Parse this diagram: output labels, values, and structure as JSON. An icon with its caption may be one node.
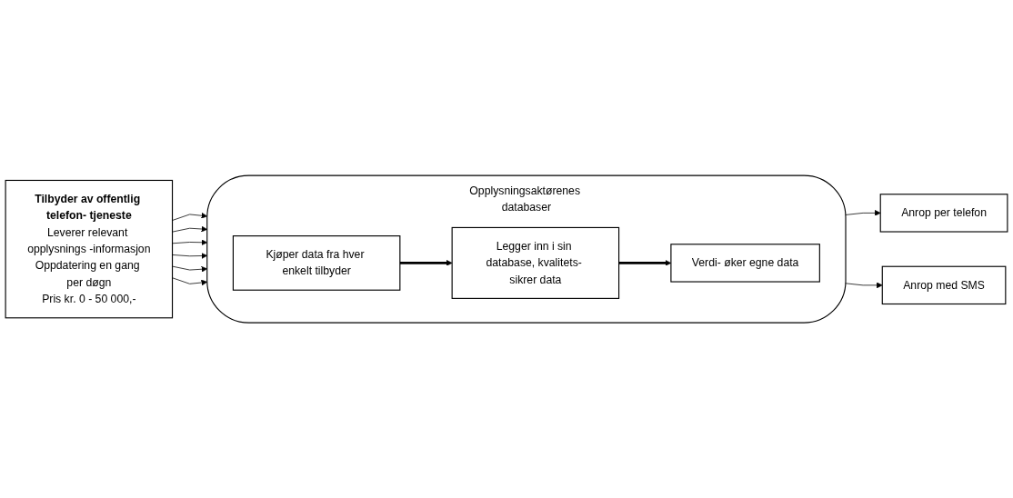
{
  "diagram": {
    "nodes": [
      {
        "text": [
          "Tilbyder av offentlig telefon- tjeneste",
          "Leverer relevant opplysnings -informasjon",
          "Oppdatering en gang per døgn",
          "Pris kr. 0 - 50 000,-"
        ]
      },
      {
        "text": [
          "Opplysningsaktørenes databaser"
        ]
      },
      {
        "text": [
          "Kjøper data fra hver enkelt tilbyder"
        ],
        "in": 1
      },
      {
        "text": [
          "Legger inn i sin database, kvalitets- sikrer data"
        ],
        "in": 1
      },
      {
        "text": [
          "Verdi- øker egne data"
        ],
        "in": 1
      },
      {
        "text": [
          "Anrop per telefon"
        ]
      },
      {
        "text": [
          "Anrop med SMS"
        ]
      }
    ],
    "edges": [
      {
        "from": 0,
        "to": 1,
        "arrow": "to"
      },
      {
        "from": 0,
        "to": 1,
        "arrow": "to"
      },
      {
        "from": 0,
        "to": 1,
        "arrow": "to"
      },
      {
        "from": 0,
        "to": 1,
        "arrow": "to"
      },
      {
        "from": 0,
        "to": 1,
        "arrow": "to"
      },
      {
        "from": 0,
        "to": 1,
        "arrow": "to"
      },
      {
        "from": 2,
        "to": 3,
        "arrow": "to",
        "style": "thick"
      },
      {
        "from": 3,
        "to": 4,
        "arrow": "to",
        "style": "thick"
      },
      {
        "from": 1,
        "to": 5,
        "arrow": "to"
      },
      {
        "from": 1,
        "to": 6,
        "arrow": "to"
      }
    ]
  }
}
